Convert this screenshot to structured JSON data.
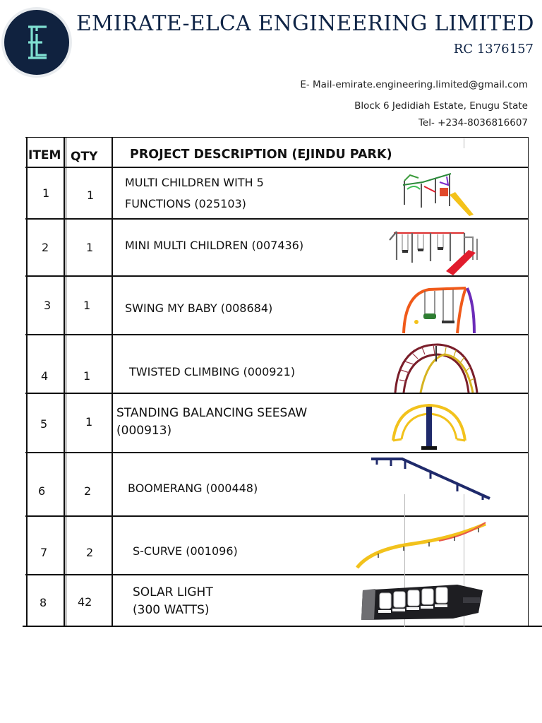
{
  "letterhead": {
    "logo_text": "EL",
    "company_name": "EMIRATE-ELCA ENGINEERING LIMITED",
    "rc_number": "RC 1376157",
    "email": "E- Mail-emirate.engineering.limited@gmail.com",
    "address": "Block 6 Jedidiah Estate, Enugu State",
    "tel": "Tel- +234-8036816607"
  },
  "table": {
    "headers": {
      "item": "ITEM",
      "qty": "QTY",
      "description": "PROJECT DESCRIPTION (EJINDU PARK)"
    },
    "rows": [
      {
        "item": "1",
        "qty": "1",
        "description_lines": [
          "MULTI CHILDREN WITH 5",
          "FUNCTIONS (025103)"
        ],
        "image": "multi-children-playground"
      },
      {
        "item": "2",
        "qty": "1",
        "description_lines": [
          "MINI MULTI CHILDREN (007436)"
        ],
        "image": "mini-multi-children-playground"
      },
      {
        "item": "3",
        "qty": "1",
        "description_lines": [
          "SWING MY BABY (008684)"
        ],
        "image": "swing-set"
      },
      {
        "item": "4",
        "qty": "1",
        "description_lines": [
          "TWISTED CLIMBING (000921)"
        ],
        "image": "twisted-climbing-arch"
      },
      {
        "item": "5",
        "qty": "1",
        "description_lines": [
          "STANDING BALANCING SEESAW",
          "(000913)"
        ],
        "image": "balancing-seesaw"
      },
      {
        "item": "6",
        "qty": "2",
        "description_lines": [
          "BOOMERANG (000448)"
        ],
        "image": "boomerang-bar"
      },
      {
        "item": "7",
        "qty": "2",
        "description_lines": [
          "S-CURVE (001096)"
        ],
        "image": "s-curve-beam"
      },
      {
        "item": "8",
        "qty": "42",
        "description_lines": [
          "SOLAR LIGHT",
          "(300 WATTS)"
        ],
        "image": "solar-street-light"
      }
    ]
  },
  "colors": {
    "brand_navy": "#0f2446",
    "logo_teal": "#7fe0d2"
  }
}
